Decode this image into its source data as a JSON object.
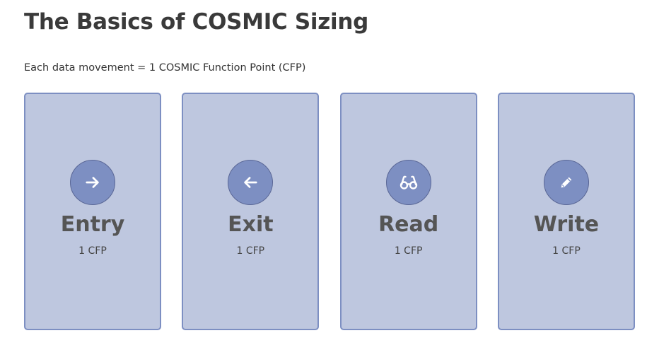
{
  "header": {
    "title": "The Basics of COSMIC Sizing",
    "subtitle": "Each data movement = 1 COSMIC Function Point (CFP)"
  },
  "cards": [
    {
      "label": "Entry",
      "value": "1 CFP",
      "icon": "arrow-right-icon"
    },
    {
      "label": "Exit",
      "value": "1 CFP",
      "icon": "arrow-left-icon"
    },
    {
      "label": "Read",
      "value": "1 CFP",
      "icon": "glasses-icon"
    },
    {
      "label": "Write",
      "value": "1 CFP",
      "icon": "pencil-icon"
    }
  ],
  "colors": {
    "card_background": "#bec7df",
    "card_border": "#7d8fc2",
    "icon_circle": "#7d8fc2",
    "icon_glyph": "#ffffff",
    "label_text": "#555555"
  }
}
